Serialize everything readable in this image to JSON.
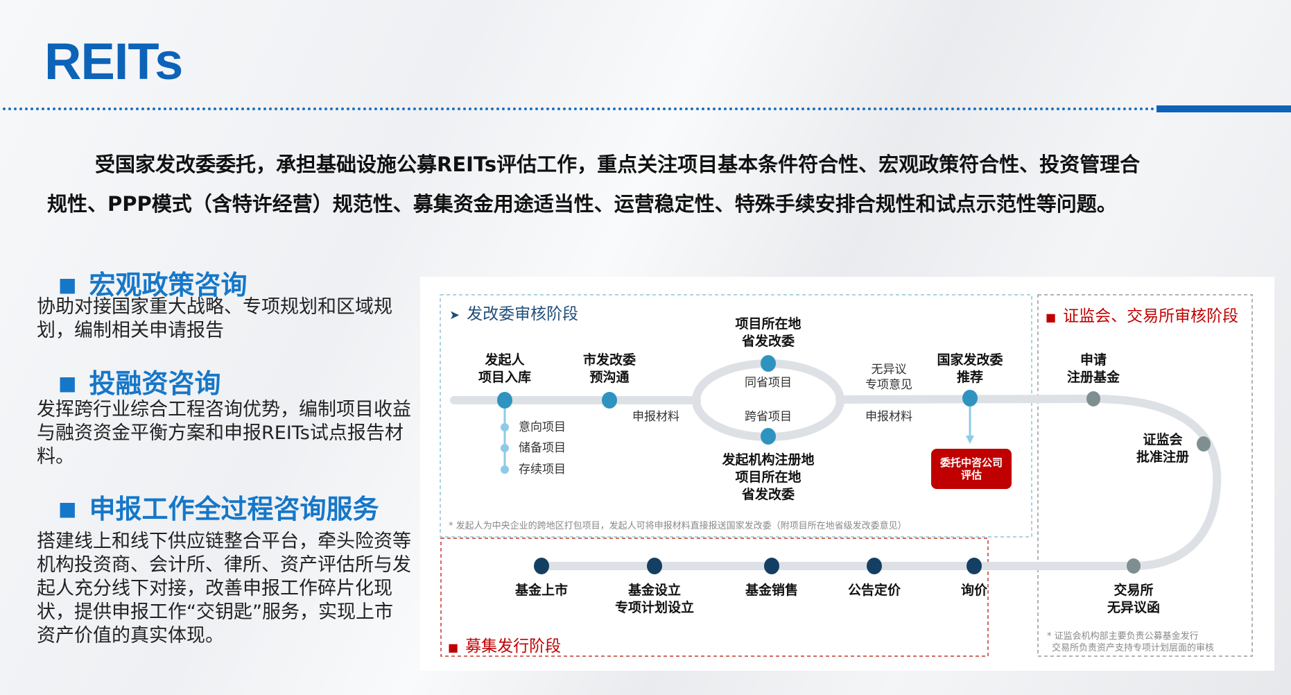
{
  "header": {
    "title": "REITs"
  },
  "intro": {
    "line1": "受国家发改委委托，承担基础设施公募REITs评估工作，重点关注项目基本条件符合性、宏观政策符合性、投资管理合",
    "line2": "规性、PPP模式（含特许经营）规范性、募集资金用途适当性、运营稳定性、特殊手续安排合规性和试点示范性等问题。"
  },
  "sections": [
    {
      "heading": "宏观政策咨询",
      "text": "协助对接国家重大战略、专项规划和区域规划，编制相关申请报告"
    },
    {
      "heading": "投融资咨询",
      "text": "发挥跨行业综合工程咨询优势，编制项目收益与融资资金平衡方案和申报REITs试点报告材料。"
    },
    {
      "heading": "申报工作全过程咨询服务",
      "text": "搭建线上和线下供应链整合平台，牵头险资等机构投资商、会计所、律所、资产评估所与发起人充分线下对接，改善申报工作碎片化现状，提供申报工作“交钥匙”服务，实现上市资产价值的真实体现。"
    }
  ],
  "diagram": {
    "stage1": "发改委审核阶段",
    "stage2": "证监会、交易所审核阶段",
    "stage3": "募集发行阶段",
    "n_sponsor": [
      "发起人",
      "项目入库"
    ],
    "n_city": [
      "市发改委",
      "预沟通"
    ],
    "n_prov_top": [
      "项目所在地",
      "省发改委"
    ],
    "n_prov_bottom": [
      "发起机构注册地",
      "项目所在地",
      "省发改委"
    ],
    "same_prov": "同省项目",
    "cross_prov": "跨省项目",
    "materials1": "申报材料",
    "materials2": "申报材料",
    "no_objection": [
      "无异议",
      "专项意见"
    ],
    "n_national": [
      "国家发改委",
      "推荐"
    ],
    "entrust": [
      "委托中咨公司",
      "评估"
    ],
    "sub_items": [
      "意向项目",
      "储备项目",
      "存续项目"
    ],
    "n_apply": [
      "申请",
      "注册基金"
    ],
    "n_csrc": [
      "证监会",
      "批准注册"
    ],
    "n_exchange": [
      "交易所",
      "无异议函"
    ],
    "bottom": [
      [
        "基金上市"
      ],
      [
        "基金设立",
        "专项计划设立"
      ],
      [
        "基金销售"
      ],
      [
        "公告定价"
      ],
      [
        "询价"
      ]
    ],
    "note1": "* 发起人为中央企业的跨地区打包项目，发起人可将申报材料直接报送国家发改委（附项目所在地省级发改委意见）",
    "note2": [
      "* 证监会机构部主要负责公募基金发行",
      "交易所负责资产支持专项计划层面的审核"
    ],
    "colors": {
      "blue_dot": "#2f93bf",
      "navy_dot": "#133f63",
      "gray_dot": "#7f8f91",
      "red": "#c00000"
    }
  }
}
